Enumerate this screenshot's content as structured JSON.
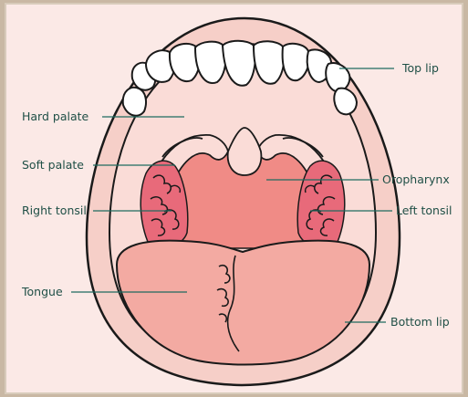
{
  "labels": {
    "top_lip": "Top lip",
    "hard_palate": "Hard palate",
    "soft_palate": "Soft palate",
    "oropharynx": "Oropharynx",
    "right_tonsil": "Right tonsil",
    "left_tonsil": "Left tonsil",
    "tongue": "Tongue",
    "bottom_lip": "Bottom lip"
  },
  "colors": {
    "background": "#fbe9e6",
    "lip": "#f6cfc8",
    "palate": "#fadcd7",
    "throat": "#f08b86",
    "tonsil": "#e86a7a",
    "tongue": "#f3aaa2",
    "teeth": "#ffffff",
    "outline": "#1a1a1a",
    "leader_line": "#1f6b5f"
  }
}
